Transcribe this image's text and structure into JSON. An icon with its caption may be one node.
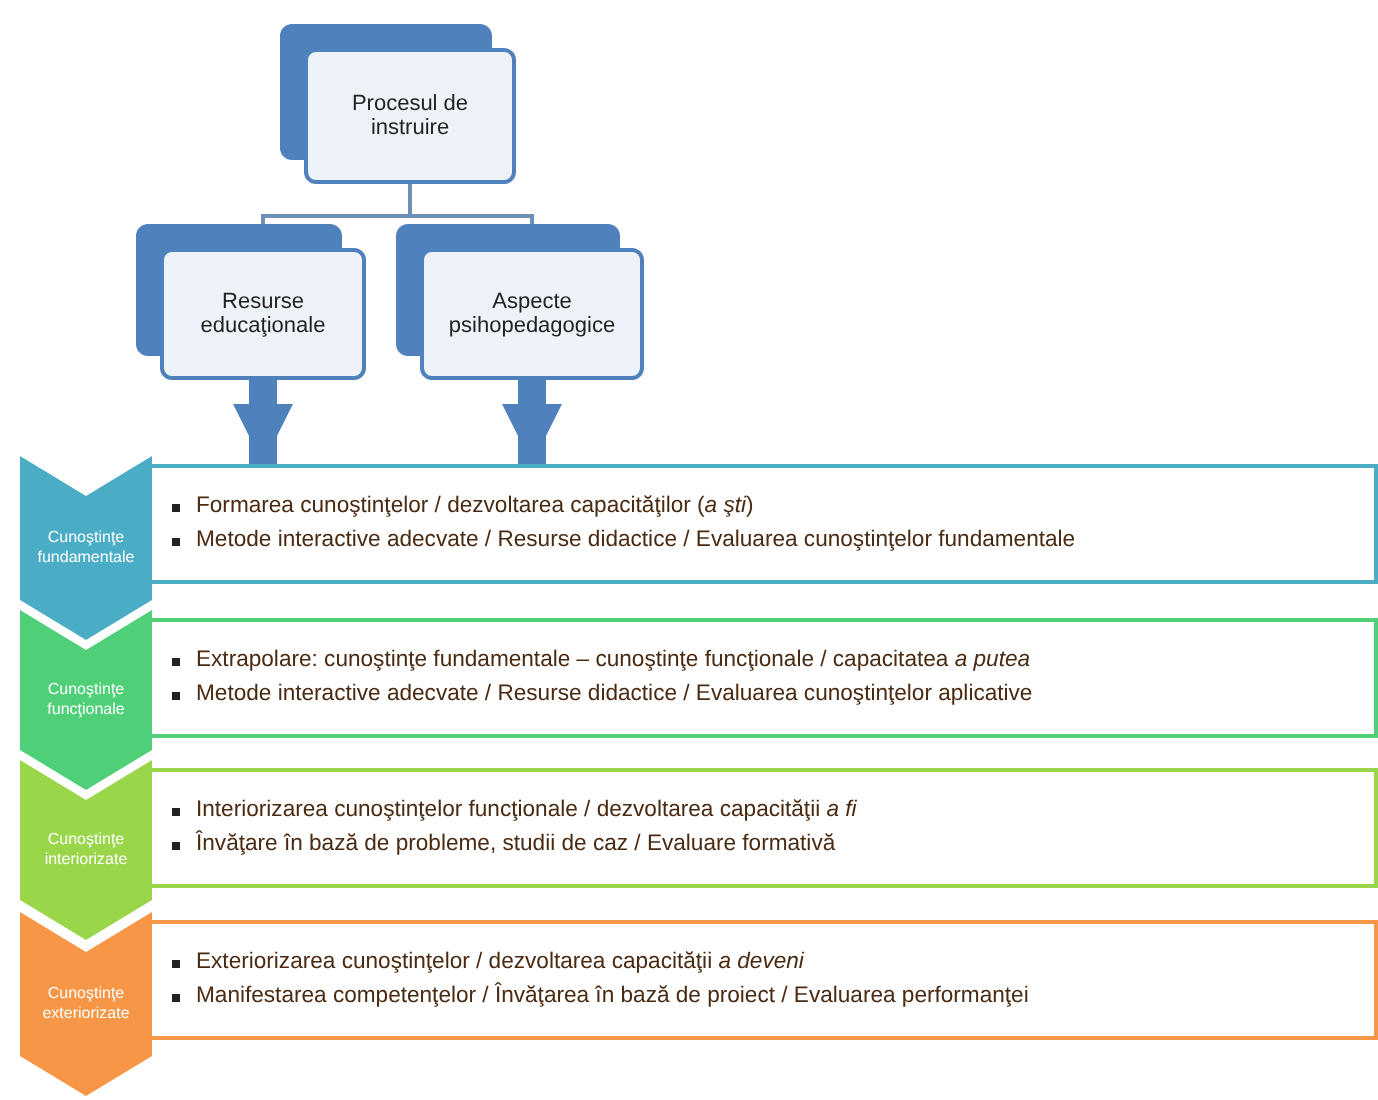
{
  "diagram": {
    "nodes": [
      {
        "text": [
          "Procesul de instruire"
        ]
      },
      {
        "text": [
          "Resurse educaţionale"
        ]
      },
      {
        "text": [
          "Aspecte psihopedagogice"
        ]
      },
      {
        "text": [
          "Cunoştinţe fundamentale"
        ]
      },
      {
        "text": [
          "Formarea cunoştinţelor / dezvoltarea capacităţilor (*a şti*)",
          "Metode interactive adecvate / Resurse didactice / Evaluarea cunoştinţelor fundamentale"
        ]
      },
      {
        "text": [
          "Cunoştinţe funcţionale"
        ]
      },
      {
        "text": [
          "Extrapolare: cunoştinţe fundamentale – cunoştinţe funcţionale / capacitatea *a putea*",
          "Metode interactive adecvate / Resurse didactice / Evaluarea cunoştinţelor aplicative"
        ]
      },
      {
        "text": [
          "Cunoştinţe interiorizate"
        ]
      },
      {
        "text": [
          "Interiorizarea cunoştinţelor funcţionale / dezvoltarea capacităţii *a fi*",
          "Învăţare în bază de probleme, studii de caz / Evaluare formativă"
        ]
      },
      {
        "text": [
          "Cunoştinţe exteriorizate"
        ]
      },
      {
        "text": [
          "Exteriorizarea cunoştinţelor / dezvoltarea capacităţii *a deveni*",
          "Manifestarea competenţelor / Învăţarea în bază de proiect / Evaluarea performanţei"
        ]
      }
    ],
    "edges": [
      {
        "from": 0,
        "to": 1,
        "arrow": "none"
      },
      {
        "from": 0,
        "to": 2,
        "arrow": "none"
      },
      {
        "from": 1,
        "to": 4,
        "arrow": "to",
        "style": "thick"
      },
      {
        "from": 2,
        "to": 4,
        "arrow": "to",
        "style": "thick"
      }
    ]
  }
}
